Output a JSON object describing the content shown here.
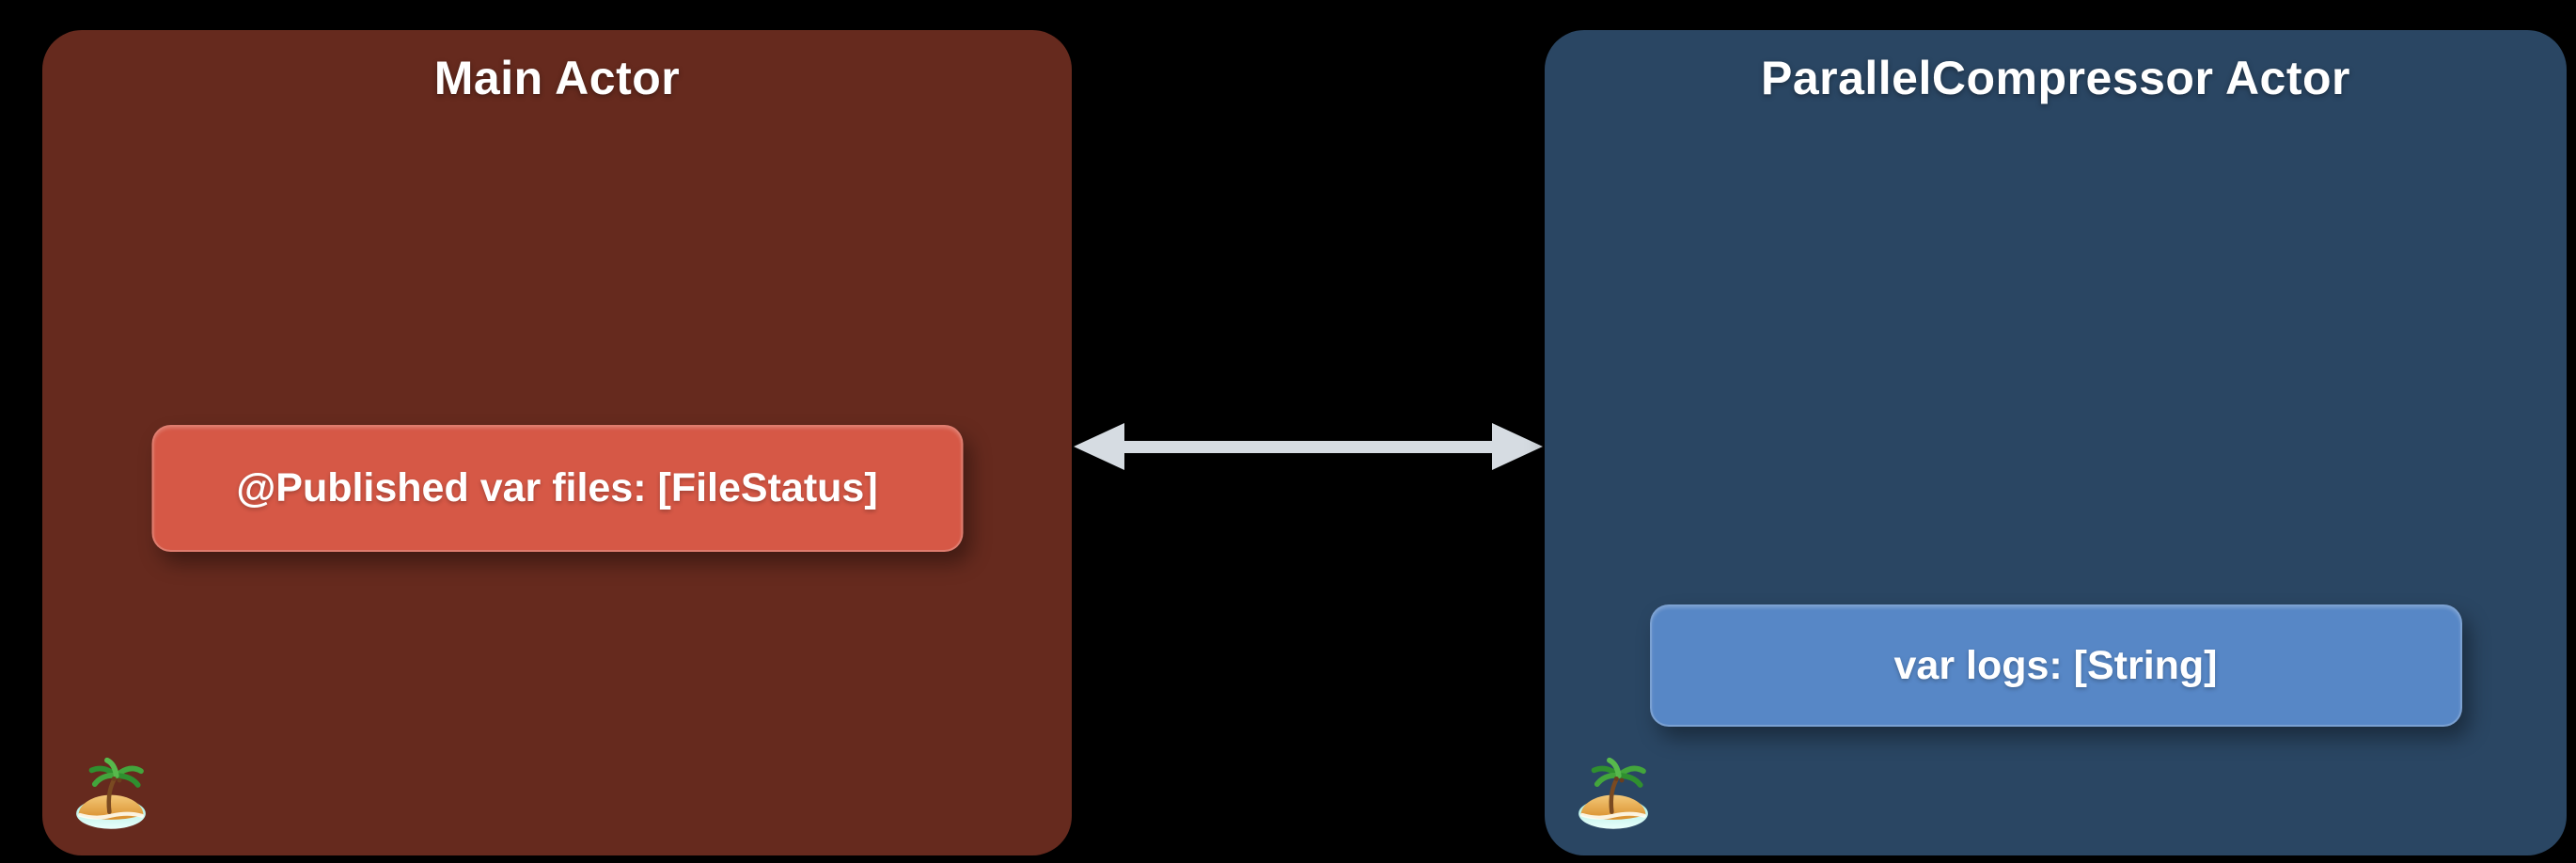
{
  "canvas": {
    "background": "#000000",
    "text_color": "#FFFFFF"
  },
  "actors": [
    {
      "title": "Main Actor",
      "box_color": "#662A1E",
      "badge": {
        "label": "@Published var files: [FileStatus]",
        "color": "#D65846"
      },
      "icon": "desert-island-emoji"
    },
    {
      "title": "ParallelCompressor Actor",
      "box_color": "#2A4663",
      "badge": {
        "label": "var logs: [String]",
        "color": "#5787C6"
      },
      "icon": "desert-island-emoji"
    }
  ],
  "connector": {
    "type": "bidirectional-arrow",
    "color": "#D6DCE2"
  }
}
